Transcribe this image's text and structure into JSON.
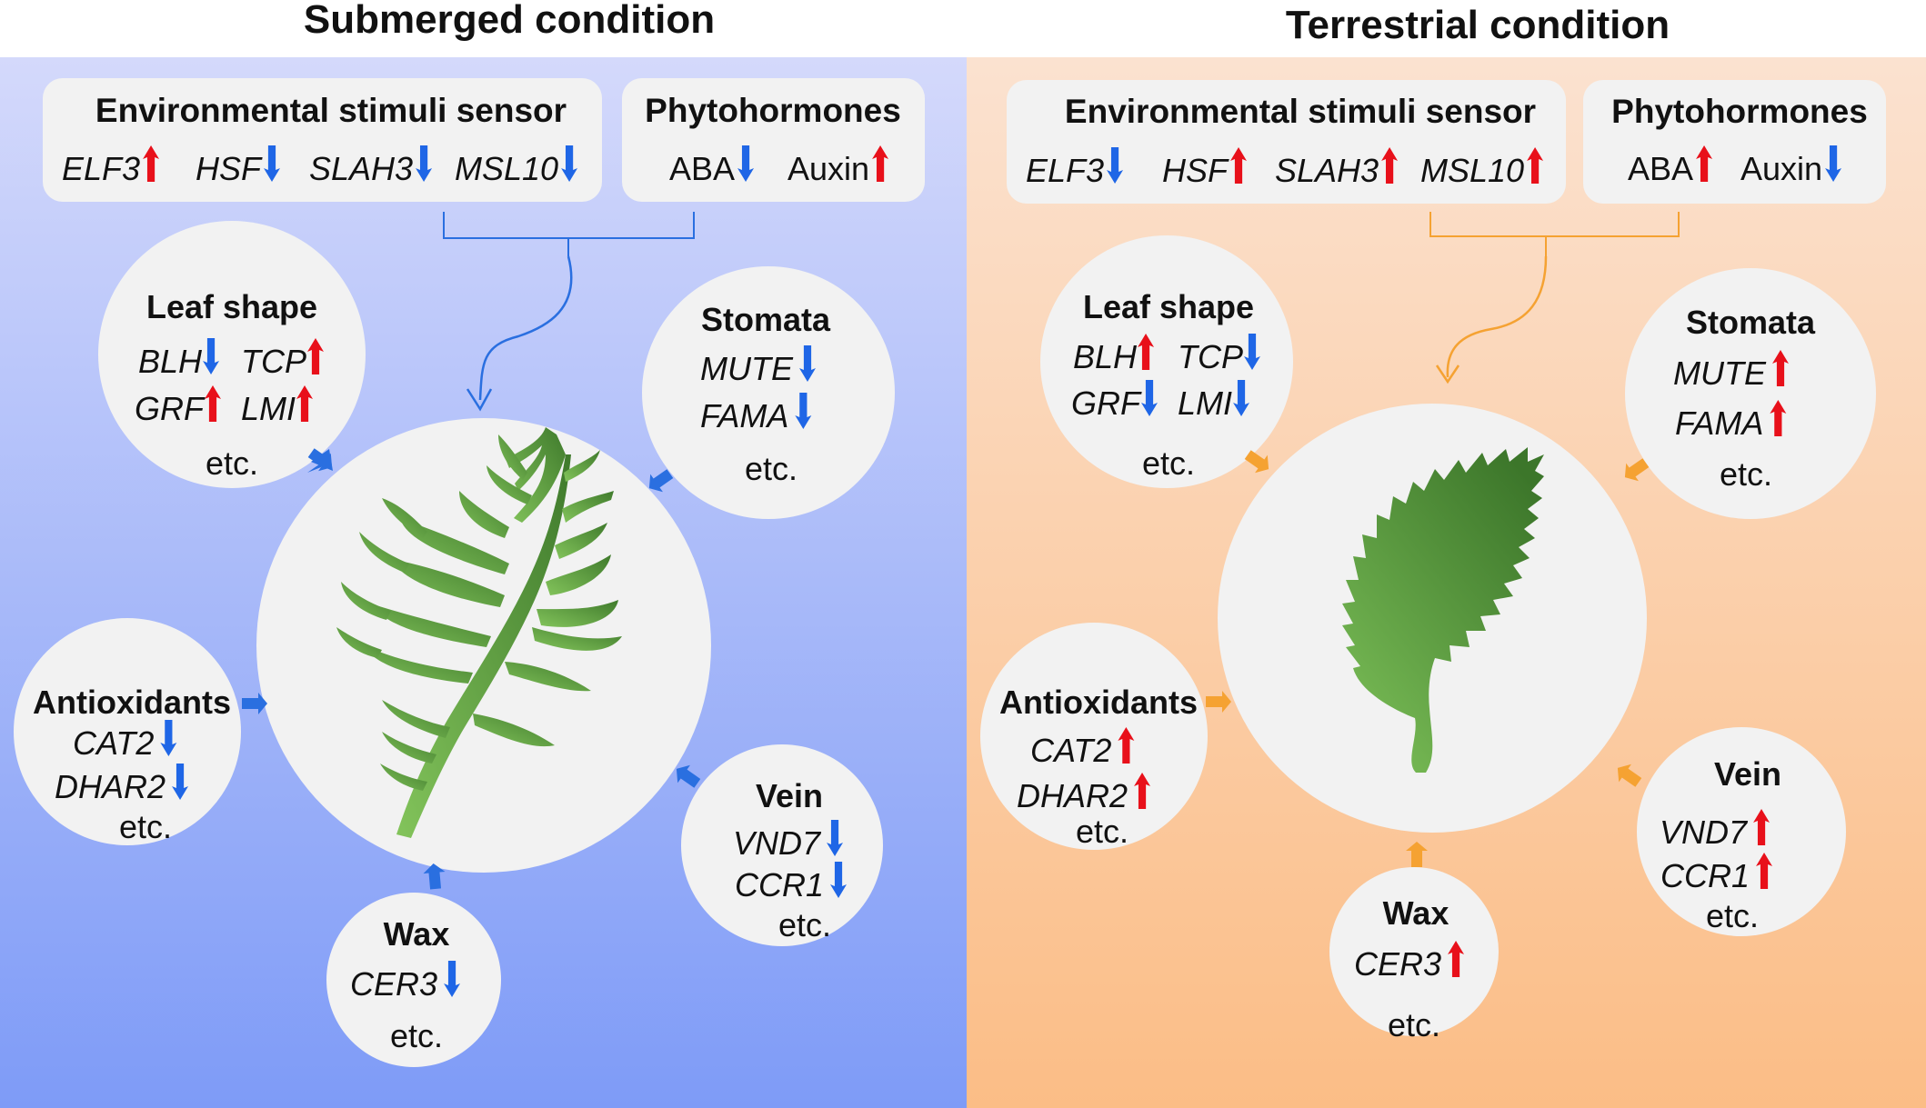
{
  "panels": [
    {
      "title": "Submerged condition",
      "sensor_box": {
        "title": "Environmental stimuli sensor",
        "genes": [
          {
            "name": "ELF3",
            "direction": "up"
          },
          {
            "name": "HSF",
            "direction": "down"
          },
          {
            "name": "SLAH3",
            "direction": "down"
          },
          {
            "name": "MSL10",
            "direction": "down"
          }
        ]
      },
      "hormone_box": {
        "title": "Phytohormones",
        "items": [
          {
            "name": "ABA",
            "direction": "down"
          },
          {
            "name": "Auxin",
            "direction": "up"
          }
        ]
      },
      "modules": [
        {
          "title": "Leaf shape",
          "genes": [
            {
              "name": "BLH",
              "direction": "down"
            },
            {
              "name": "TCP",
              "direction": "up"
            },
            {
              "name": "GRF",
              "direction": "up"
            },
            {
              "name": "LMI",
              "direction": "up"
            }
          ],
          "etc": "etc."
        },
        {
          "title": "Stomata",
          "genes": [
            {
              "name": "MUTE",
              "direction": "down"
            },
            {
              "name": "FAMA",
              "direction": "down"
            }
          ],
          "etc": "etc."
        },
        {
          "title": "Antioxidants",
          "genes": [
            {
              "name": "CAT2",
              "direction": "down"
            },
            {
              "name": "DHAR2",
              "direction": "down"
            }
          ],
          "etc": "etc."
        },
        {
          "title": "Vein",
          "genes": [
            {
              "name": "VND7",
              "direction": "down"
            },
            {
              "name": "CCR1",
              "direction": "down"
            }
          ],
          "etc": "etc."
        },
        {
          "title": "Wax",
          "genes": [
            {
              "name": "CER3",
              "direction": "down"
            }
          ],
          "etc": "etc."
        }
      ],
      "leaf": "dissected-leaf-icon"
    },
    {
      "title": "Terrestrial condition",
      "sensor_box": {
        "title": "Environmental stimuli sensor",
        "genes": [
          {
            "name": "ELF3",
            "direction": "down"
          },
          {
            "name": "HSF",
            "direction": "up"
          },
          {
            "name": "SLAH3",
            "direction": "up"
          },
          {
            "name": "MSL10",
            "direction": "up"
          }
        ]
      },
      "hormone_box": {
        "title": "Phytohormones",
        "items": [
          {
            "name": "ABA",
            "direction": "up"
          },
          {
            "name": "Auxin",
            "direction": "down"
          }
        ]
      },
      "modules": [
        {
          "title": "Leaf shape",
          "genes": [
            {
              "name": "BLH",
              "direction": "up"
            },
            {
              "name": "TCP",
              "direction": "down"
            },
            {
              "name": "GRF",
              "direction": "down"
            },
            {
              "name": "LMI",
              "direction": "down"
            }
          ],
          "etc": "etc."
        },
        {
          "title": "Stomata",
          "genes": [
            {
              "name": "MUTE",
              "direction": "up"
            },
            {
              "name": "FAMA",
              "direction": "up"
            }
          ],
          "etc": "etc."
        },
        {
          "title": "Antioxidants",
          "genes": [
            {
              "name": "CAT2",
              "direction": "up"
            },
            {
              "name": "DHAR2",
              "direction": "up"
            }
          ],
          "etc": "etc."
        },
        {
          "title": "Vein",
          "genes": [
            {
              "name": "VND7",
              "direction": "up"
            },
            {
              "name": "CCR1",
              "direction": "up"
            }
          ],
          "etc": "etc."
        },
        {
          "title": "Wax",
          "genes": [
            {
              "name": "CER3",
              "direction": "up"
            }
          ],
          "etc": "etc."
        }
      ],
      "leaf": "serrated-leaf-icon"
    }
  ],
  "colors": {
    "up_arrow": "#e8101a",
    "down_arrow": "#1f66e6",
    "submerged_bg_top": "#d4d9fb",
    "submerged_bg_bottom": "#7e9bf7",
    "terrestrial_bg_top": "#fbe2d0",
    "terrestrial_bg_bottom": "#fbbd86",
    "submerged_accent": "#2a6fe0",
    "terrestrial_accent": "#f5a232",
    "circle_fill": "#f2f2f2",
    "leaf_dark": "#3e7d2e",
    "leaf_light": "#7cbf55"
  }
}
